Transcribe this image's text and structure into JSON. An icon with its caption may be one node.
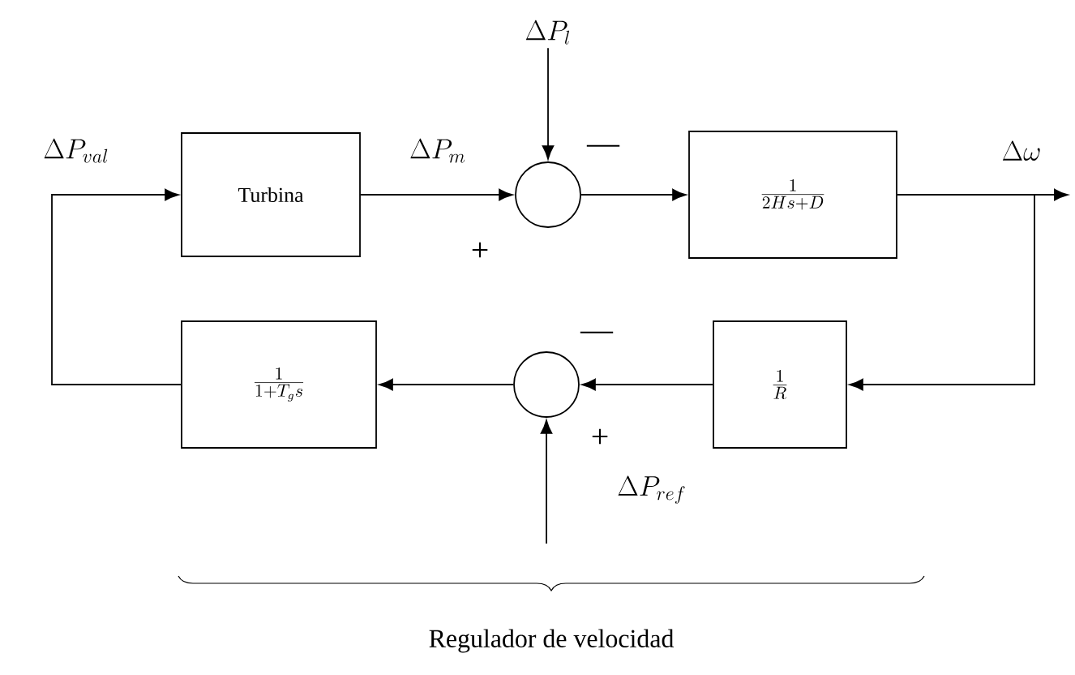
{
  "diagram": {
    "nodes": [
      {
        "text": [
          "Turbina"
        ]
      },
      {
        "text": [],
        "shape": "circle"
      },
      {
        "text": [
          "\\frac{1}{2Hs+D}"
        ]
      },
      {
        "text": [
          "\\frac{1}{R}"
        ]
      },
      {
        "text": [],
        "shape": "circle"
      },
      {
        "text": [
          "\\frac{1}{1+T_g s}"
        ]
      },
      {
        "text": [
          "\\Delta P_l"
        ]
      }
    ],
    "edges": [
      {
        "from": 5,
        "to": 0,
        "arrow": "to",
        "label": "\\Delta P_{val}"
      },
      {
        "from": 0,
        "to": 1,
        "arrow": "to",
        "label": "\\Delta P_m"
      },
      {
        "from": 6,
        "to": 1,
        "arrow": "to"
      },
      {
        "from": 1,
        "to": 2,
        "arrow": "to"
      },
      {
        "from": 2,
        "to": null,
        "arrow": "to",
        "label": "\\Delta\\omega"
      },
      {
        "from": 2,
        "to": 3,
        "arrow": "to"
      },
      {
        "from": 3,
        "to": 4,
        "arrow": "to"
      },
      {
        "from": null,
        "to": 4,
        "arrow": "to",
        "label": "\\Delta P_{ref}"
      },
      {
        "from": 4,
        "to": 5,
        "arrow": "to"
      }
    ],
    "labels": [
      "—",
      "+",
      "—",
      "+",
      "Regulador de velocidad"
    ]
  }
}
